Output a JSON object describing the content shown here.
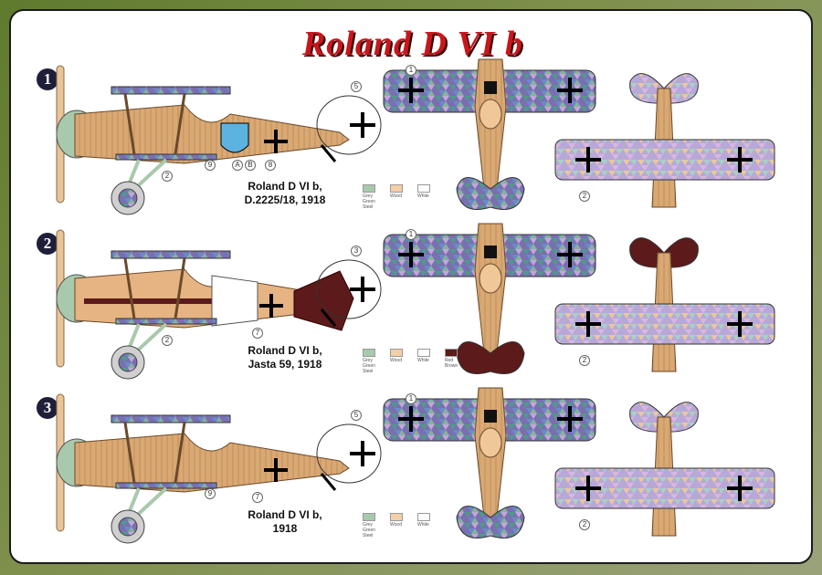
{
  "title": "Roland D VI b",
  "colors": {
    "grey_green_steel": "#a9c9ad",
    "wood": "#f3cfa6",
    "white": "#ffffff",
    "red_brown": "#5c1a1a",
    "lozenge_a": "#7a6fb0",
    "lozenge_b": "#4e9a8a",
    "lozenge_c": "#c0a8d8",
    "lozenge_d": "#6a8ac8"
  },
  "schemes": [
    {
      "number": "1",
      "caption_line1": "Roland D VI b,",
      "caption_line2": "D.2225/18, 1918",
      "legend": [
        {
          "label": "Grey Green Steel",
          "color": "#a9c9ad"
        },
        {
          "label": "Wood",
          "color": "#f3cfa6"
        },
        {
          "label": "White",
          "color": "#ffffff"
        }
      ],
      "callouts": {
        "side_fin": "5",
        "side_gear": "2",
        "side_a": "A",
        "side_b": "B",
        "side_8": "8",
        "side_9": "9",
        "top": "1",
        "bottom": "2"
      }
    },
    {
      "number": "2",
      "caption_line1": "Roland D VI b,",
      "caption_line2": "Jasta 59, 1918",
      "legend": [
        {
          "label": "Grey Green Steel",
          "color": "#a9c9ad"
        },
        {
          "label": "Wood",
          "color": "#f3cfa6"
        },
        {
          "label": "White",
          "color": "#ffffff"
        },
        {
          "label": "Red Brown",
          "color": "#5c1a1a"
        }
      ],
      "callouts": {
        "side_fin": "3",
        "side_gear": "2",
        "side_7": "7",
        "top": "1",
        "bottom": "2"
      }
    },
    {
      "number": "3",
      "caption_line1": "Roland D VI b,",
      "caption_line2": "1918",
      "legend": [
        {
          "label": "Grey Green Steel",
          "color": "#a9c9ad"
        },
        {
          "label": "Wood",
          "color": "#f3cfa6"
        },
        {
          "label": "White",
          "color": "#ffffff"
        }
      ],
      "callouts": {
        "side_fin": "5",
        "side_9": "9",
        "side_7": "7",
        "top": "1",
        "bottom": "2"
      }
    }
  ]
}
